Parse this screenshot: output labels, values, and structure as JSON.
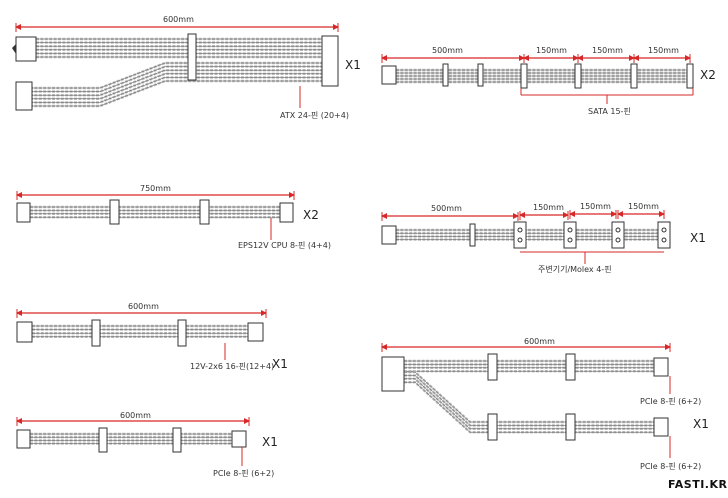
{
  "diagram": {
    "brand": "FASTI.KR",
    "cables": [
      {
        "id": "atx",
        "lengths": [
          "600mm"
        ],
        "name": "ATX 24-핀 (20+4)",
        "qty": "X1"
      },
      {
        "id": "eps",
        "lengths": [
          "750mm"
        ],
        "name": "EPS12V CPU 8-핀 (4+4)",
        "qty": "X2"
      },
      {
        "id": "12v",
        "lengths": [
          "600mm"
        ],
        "name": "12V-2x6 16-핀(12+4)",
        "qty": "X1"
      },
      {
        "id": "pcie-single",
        "lengths": [
          "600mm"
        ],
        "name": "PCIe 8-핀 (6+2)",
        "qty": "X1"
      },
      {
        "id": "sata",
        "lengths": [
          "500mm",
          "150mm",
          "150mm",
          "150mm"
        ],
        "name": "SATA 15-핀",
        "qty": "X2"
      },
      {
        "id": "molex",
        "lengths": [
          "500mm",
          "150mm",
          "150mm",
          "150mm"
        ],
        "name": "주변기기/Molex 4-핀",
        "qty": "X1"
      },
      {
        "id": "pcie-dual",
        "lengths": [
          "600mm"
        ],
        "name": "PCIe 8-핀 (6+2)",
        "name2": "PCIe 8-핀 (6+2)",
        "qty": "X1"
      }
    ],
    "colors": {
      "dimension": "#d62828",
      "outline": "#333333",
      "fill": "#ffffff",
      "sleeve": "#bbbbbb"
    }
  }
}
